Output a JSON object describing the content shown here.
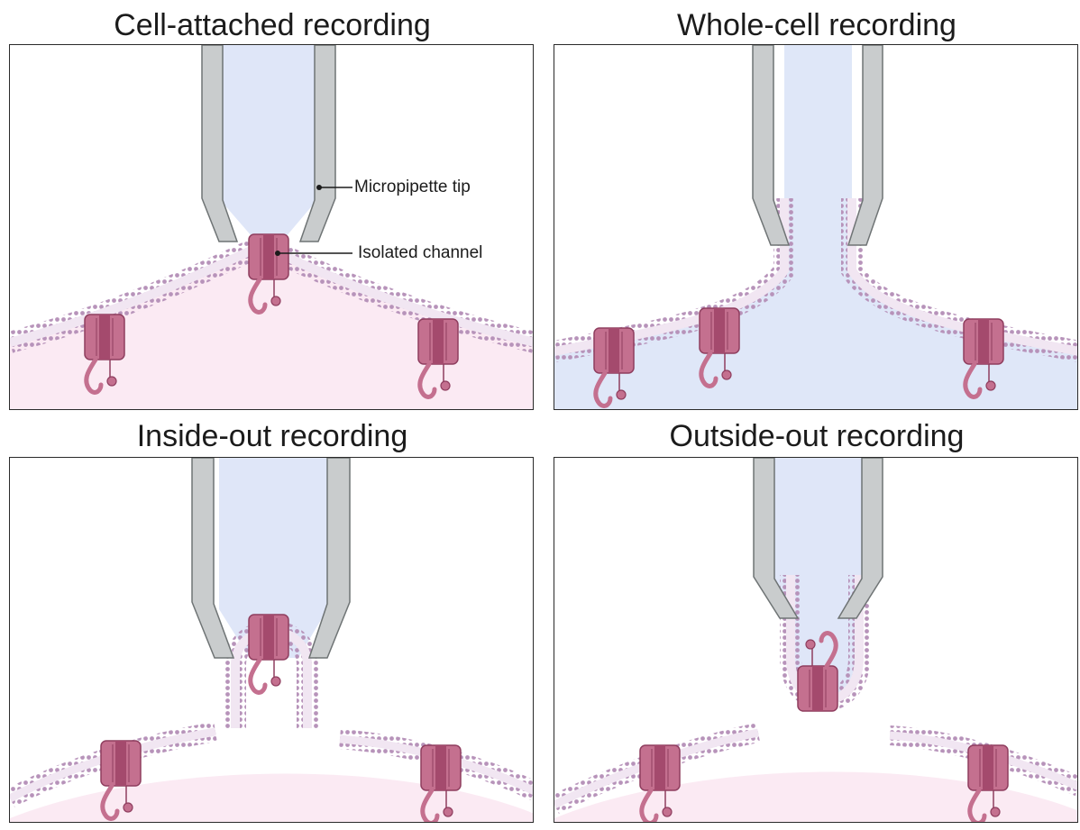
{
  "panels": [
    {
      "title": "Cell-attached recording"
    },
    {
      "title": "Whole-cell recording"
    },
    {
      "title": "Inside-out recording"
    },
    {
      "title": "Outside-out recording"
    }
  ],
  "labels": {
    "micropipette": "Micropipette tip",
    "channel": "Isolated channel"
  },
  "colors": {
    "pipette_glass": "#c9cccd",
    "pipette_outline": "#6f7475",
    "pipette_fill": "#dfe6f8",
    "cytoplasm": "#fbeaf3",
    "bath_blue": "#dfe7f8",
    "membrane_heads": "#b793ba",
    "channel_main": "#c4708f",
    "channel_dark": "#a44a6d"
  }
}
